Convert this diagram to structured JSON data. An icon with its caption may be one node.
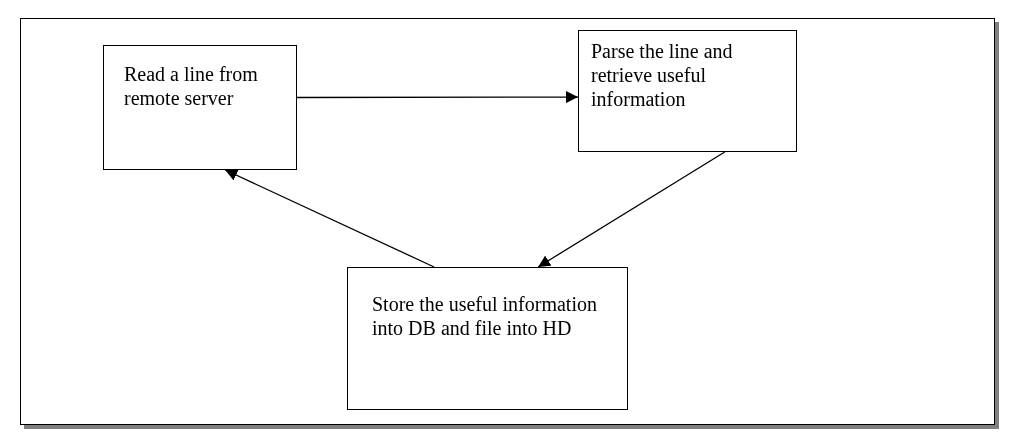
{
  "diagram": {
    "nodes": [
      {
        "text": [
          "Read a line from remote server"
        ]
      },
      {
        "text": [
          "Parse the line and retrieve useful information"
        ]
      },
      {
        "text": [
          "Store the useful information into DB and file into HD"
        ]
      }
    ],
    "edges": [
      {
        "from": 0,
        "to": 1,
        "arrow": "to"
      },
      {
        "from": 1,
        "to": 2,
        "arrow": "to"
      },
      {
        "from": 2,
        "to": 0,
        "arrow": "to"
      }
    ]
  }
}
